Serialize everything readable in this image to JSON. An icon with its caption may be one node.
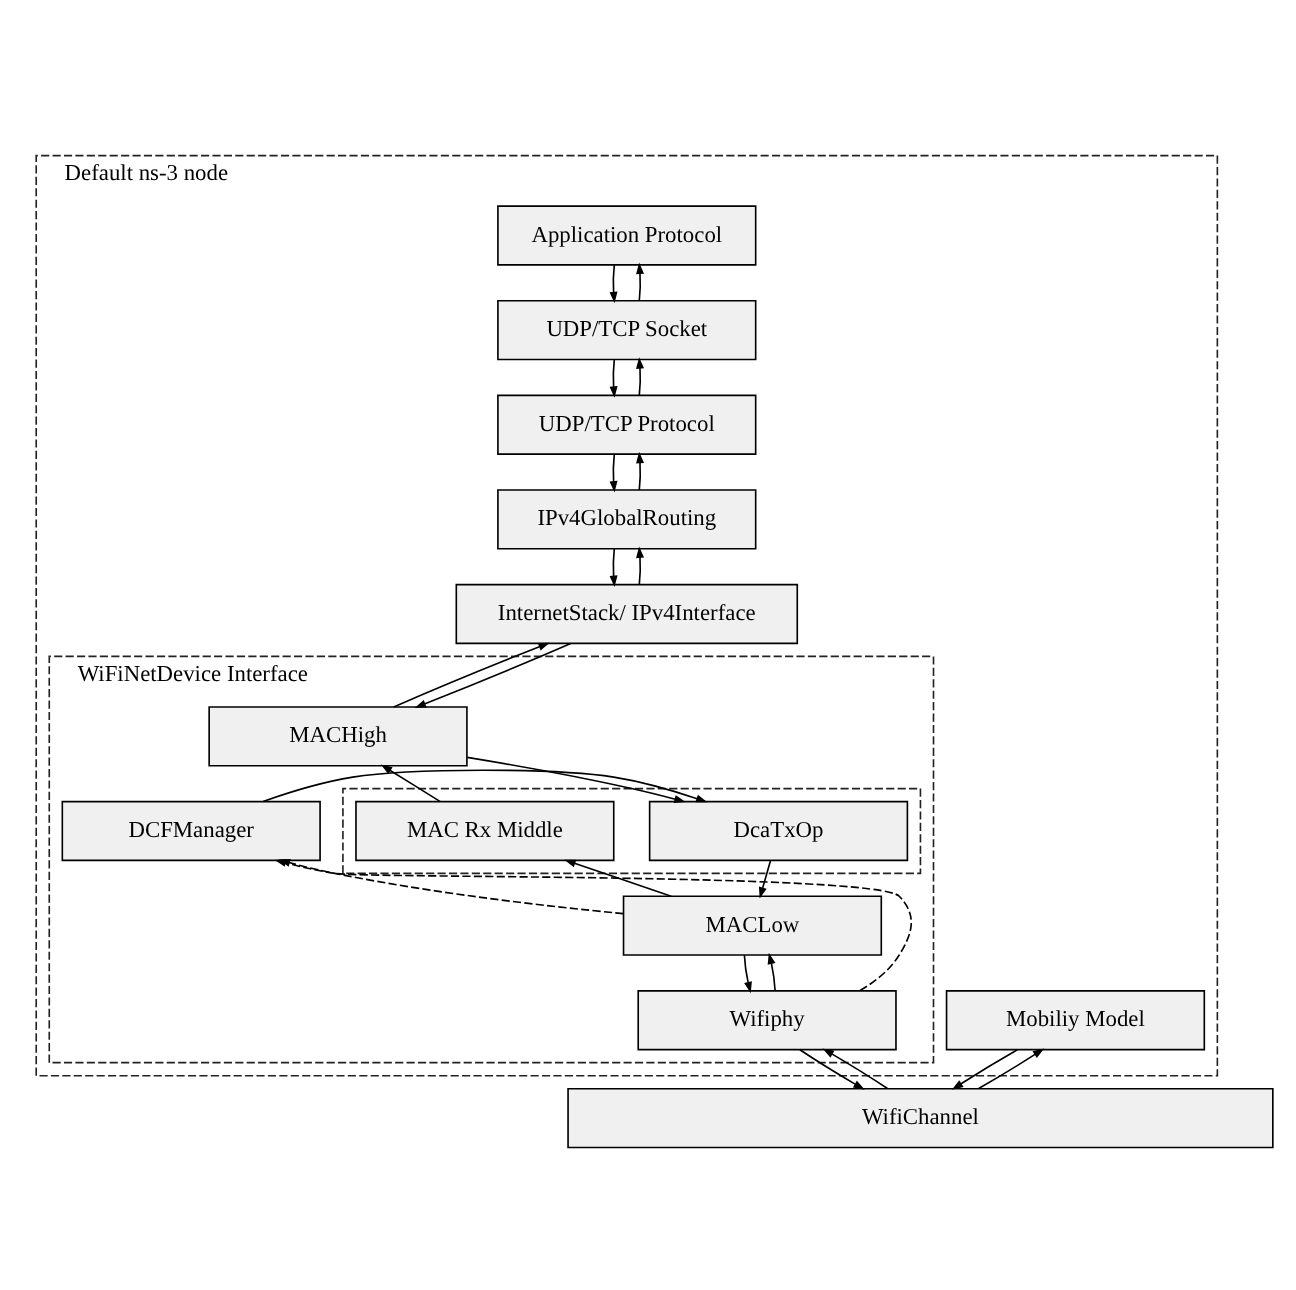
{
  "diagram": {
    "nodes": [
      {
        "text": [
          "Default ns-3 node"
        ]
      },
      {
        "text": [
          "Application Protocol"
        ],
        "in": 0
      },
      {
        "text": [
          "UDP/TCP Socket"
        ],
        "in": 0
      },
      {
        "text": [
          "UDP/TCP Protocol"
        ],
        "in": 0
      },
      {
        "text": [
          "IPv4GlobalRouting"
        ],
        "in": 0
      },
      {
        "text": [
          "InternetStack/ IPv4Interface"
        ],
        "in": 0
      },
      {
        "text": [
          "WiFiNetDevice Interface"
        ],
        "in": 0
      },
      {
        "text": [
          "MACHigh"
        ],
        "in": 6
      },
      {
        "text": [
          "DCFManager"
        ],
        "in": 6
      },
      {
        "text": [],
        "shape": "box",
        "in": 6
      },
      {
        "text": [
          "DcaTxOp"
        ],
        "in": 9
      },
      {
        "text": [
          "MAC Rx Middle"
        ],
        "in": 9
      },
      {
        "text": [
          "MACLow"
        ],
        "in": 6
      },
      {
        "text": [
          "Wifiphy"
        ],
        "in": 6
      },
      {
        "text": [
          "Mobiliy Model"
        ],
        "in": 0
      },
      {
        "text": [
          "WifiChannel"
        ]
      }
    ],
    "edges": [
      {
        "from": 1,
        "to": 2,
        "arrow": "to"
      },
      {
        "from": 2,
        "to": 1,
        "arrow": "to"
      },
      {
        "from": 2,
        "to": 3,
        "arrow": "to"
      },
      {
        "from": 3,
        "to": 2,
        "arrow": "to"
      },
      {
        "from": 3,
        "to": 4,
        "arrow": "to"
      },
      {
        "from": 4,
        "to": 3,
        "arrow": "to"
      },
      {
        "from": 4,
        "to": 5,
        "arrow": "to"
      },
      {
        "from": 5,
        "to": 4,
        "arrow": "to"
      },
      {
        "from": 5,
        "to": 7,
        "arrow": "to"
      },
      {
        "from": 7,
        "to": 5,
        "arrow": "to"
      },
      {
        "from": 7,
        "to": 10,
        "arrow": "to"
      },
      {
        "from": 11,
        "to": 7,
        "arrow": "to"
      },
      {
        "from": 8,
        "to": 10,
        "arrow": "to"
      },
      {
        "from": 10,
        "to": 12,
        "arrow": "to"
      },
      {
        "from": 12,
        "to": 11,
        "arrow": "to"
      },
      {
        "from": 12,
        "to": 8,
        "arrow": "to",
        "style": "dashed"
      },
      {
        "from": 12,
        "to": 13,
        "arrow": "to"
      },
      {
        "from": 13,
        "to": 12,
        "arrow": "to"
      },
      {
        "from": 13,
        "to": 8,
        "arrow": "to",
        "style": "dashed"
      },
      {
        "from": 13,
        "to": 15,
        "arrow": "to"
      },
      {
        "from": 15,
        "to": 13,
        "arrow": "to"
      },
      {
        "from": 14,
        "to": 15,
        "arrow": "to"
      },
      {
        "from": 15,
        "to": 14,
        "arrow": "to"
      }
    ]
  }
}
